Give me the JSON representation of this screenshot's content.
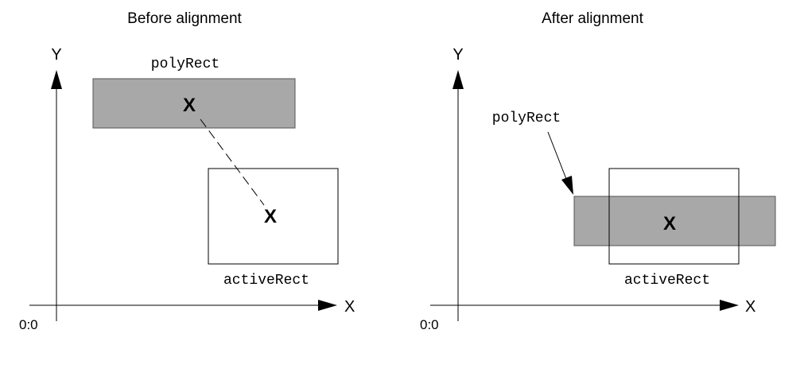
{
  "before": {
    "title": "Before alignment",
    "y_axis": "Y",
    "x_axis": "X",
    "origin": "0:0",
    "poly_label": "polyRect",
    "active_label": "activeRect",
    "poly_center": "X",
    "active_center": "X"
  },
  "after": {
    "title": "After alignment",
    "y_axis": "Y",
    "x_axis": "X",
    "origin": "0:0",
    "poly_label": "polyRect",
    "active_label": "activeRect",
    "center": "X"
  },
  "colors": {
    "poly_fill": "#a8a8a8",
    "stroke": "#000000"
  }
}
